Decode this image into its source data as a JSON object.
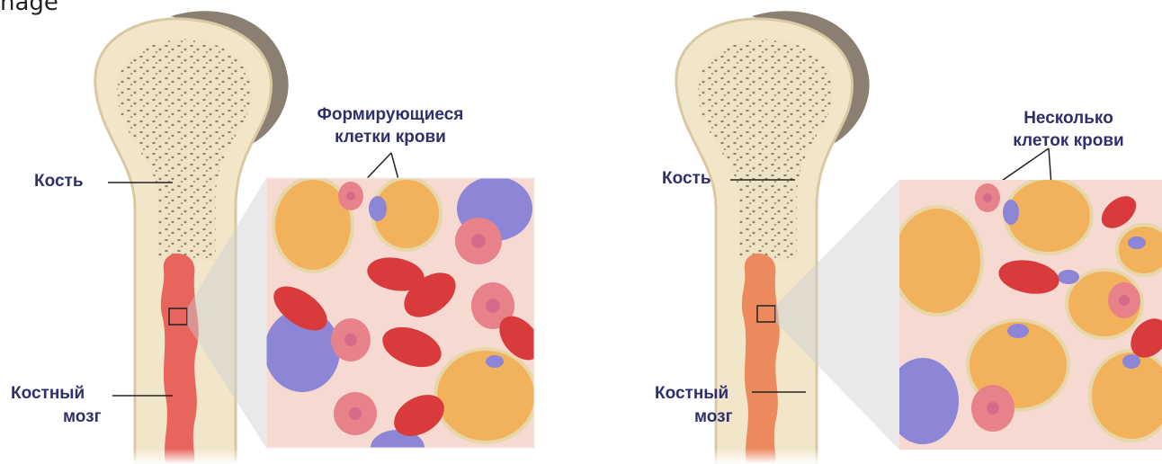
{
  "top_text": "nage",
  "panels": [
    {
      "bone_label": "Кость",
      "marrow_label_line1": "Костный",
      "marrow_label_line2": "мозг",
      "cells_label_line1": "Формирующиеся",
      "cells_label_line2": "клетки крови",
      "marrow_color": "#e8655e"
    },
    {
      "bone_label": "Кость",
      "marrow_label_line1": "Костный",
      "marrow_label_line2": "мозг",
      "cells_label_line1": "Несколько",
      "cells_label_line2": "клеток крови",
      "marrow_color": "#ec8a5e"
    }
  ],
  "colors": {
    "bone_fill": "#f1e6c8",
    "bone_outline": "#d8c9a2",
    "bone_end": "#8b7f72",
    "red_cell": "#d93a3c",
    "fat_cell": "#f2b15b",
    "purple_cell": "#8d86d6",
    "background_tissue": "#f6d9d0"
  }
}
